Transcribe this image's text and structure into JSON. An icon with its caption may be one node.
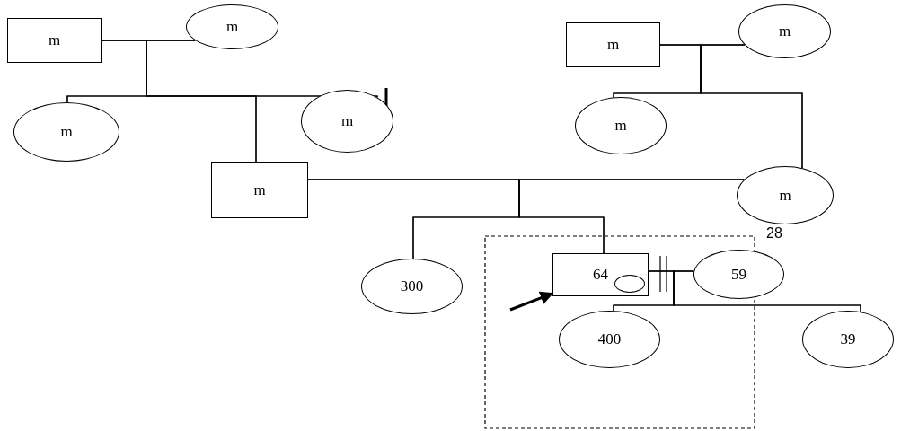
{
  "diagram": {
    "nodes": [
      {
        "text": [
          "m"
        ]
      },
      {
        "text": [
          "m"
        ]
      },
      {
        "text": [
          "m"
        ]
      },
      {
        "text": [
          "m"
        ]
      },
      {
        "text": [
          "m"
        ]
      },
      {
        "text": [
          "m"
        ]
      },
      {
        "text": [
          "m"
        ]
      },
      {
        "text": [
          "m"
        ]
      },
      {
        "text": [
          "m"
        ],
        "beside": [
          "28"
        ]
      },
      {
        "text": [
          "300"
        ]
      },
      {
        "text": [
          "64"
        ]
      },
      {
        "text": [],
        "shape": "circle",
        "in": 10
      },
      {
        "text": [
          "59"
        ]
      },
      {
        "text": [
          "400"
        ]
      },
      {
        "text": [
          "39"
        ]
      }
    ],
    "edges": [
      {
        "from": 0,
        "to": 1,
        "arrow": "none"
      },
      {
        "from": 0,
        "to": 2,
        "arrow": "none"
      },
      {
        "from": 0,
        "to": 3,
        "arrow": "none"
      },
      {
        "from": 0,
        "to": 4,
        "arrow": "none"
      },
      {
        "from": 1,
        "to": 2,
        "arrow": "none"
      },
      {
        "from": 1,
        "to": 3,
        "arrow": "none"
      },
      {
        "from": 1,
        "to": 4,
        "arrow": "none"
      },
      {
        "from": 5,
        "to": 6,
        "arrow": "none"
      },
      {
        "from": 5,
        "to": 7,
        "arrow": "none"
      },
      {
        "from": 5,
        "to": 8,
        "arrow": "none"
      },
      {
        "from": 6,
        "to": 7,
        "arrow": "none"
      },
      {
        "from": 6,
        "to": 8,
        "arrow": "none"
      },
      {
        "from": 3,
        "to": 8,
        "arrow": "none"
      },
      {
        "from": 3,
        "to": 9,
        "arrow": "none"
      },
      {
        "from": 3,
        "to": 10,
        "arrow": "none"
      },
      {
        "from": 8,
        "to": 9,
        "arrow": "none"
      },
      {
        "from": 8,
        "to": 10,
        "arrow": "none"
      },
      {
        "from": 10,
        "to": 12,
        "arrow": "none"
      },
      {
        "from": 10,
        "to": 13,
        "arrow": "none"
      },
      {
        "from": 10,
        "to": 14,
        "arrow": "none"
      },
      {
        "from": 12,
        "to": 13,
        "arrow": "none"
      },
      {
        "from": 12,
        "to": 14,
        "arrow": "none"
      },
      {
        "from": null,
        "to": 10,
        "arrow": "to",
        "style": "thick"
      }
    ]
  }
}
